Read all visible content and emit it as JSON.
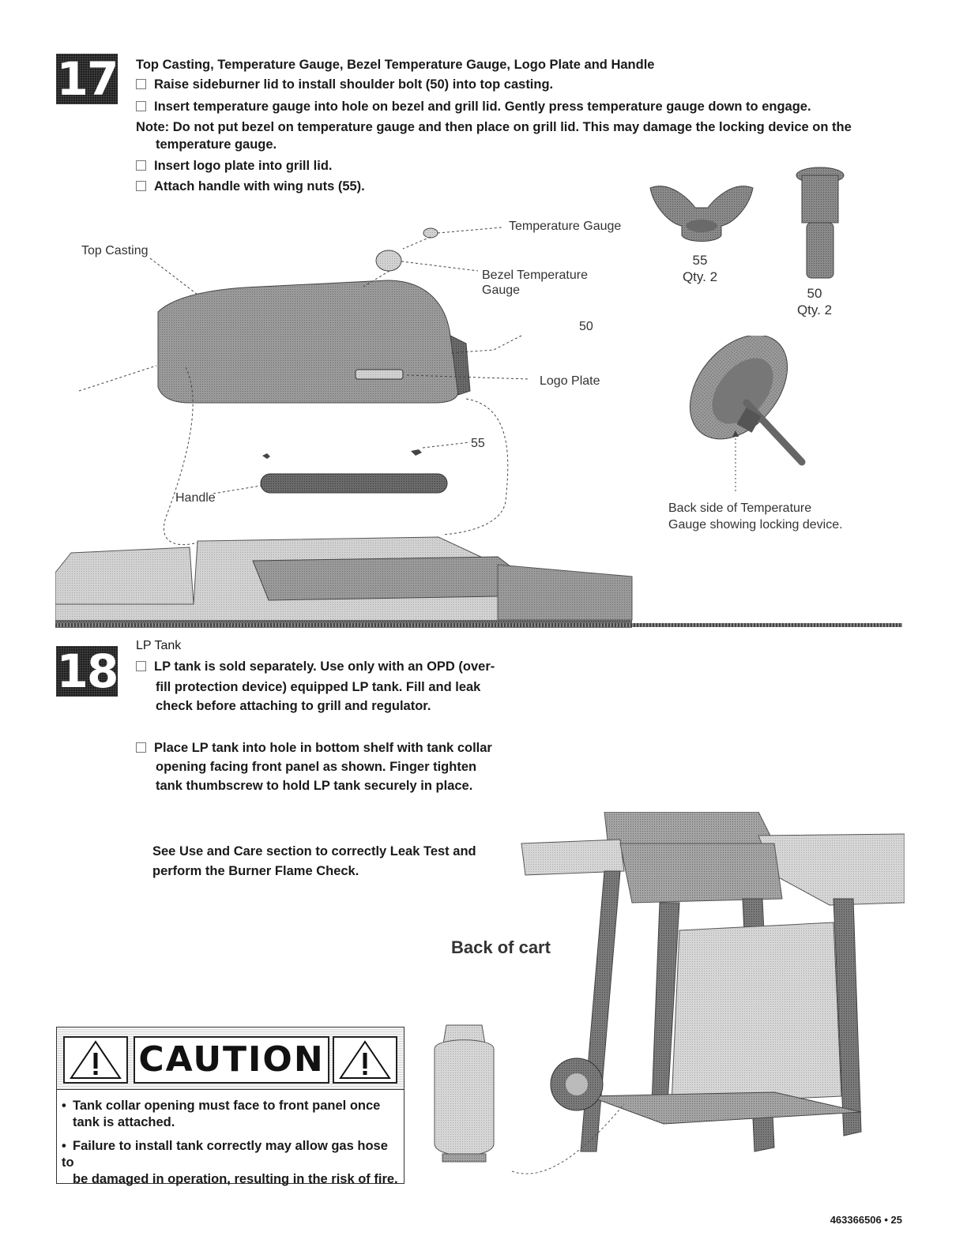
{
  "step17": {
    "number": "17",
    "title": "Top Casting, Temperature Gauge, Bezel Temperature Gauge, Logo Plate and Handle",
    "items": [
      "Raise sideburner lid to install shoulder bolt (50) into top casting.",
      "Insert temperature gauge into hole on bezel and grill lid. Gently press temperature gauge down to engage."
    ],
    "note_line1": "Note: Do not put bezel on temperature gauge and then place on grill lid. This may damage the locking device on the",
    "note_line2": "temperature gauge.",
    "items2": [
      "Insert logo plate into grill lid.",
      "Attach handle with wing nuts (55)."
    ],
    "callouts": {
      "top_casting": "Top Casting",
      "temperature_gauge": "Temperature Gauge",
      "bezel_line1": "Bezel Temperature",
      "bezel_line2": "Gauge",
      "part_50": "50",
      "logo_plate": "Logo Plate",
      "part_55": "55",
      "handle": "Handle"
    },
    "parts": [
      {
        "number": "55",
        "qty": "Qty. 2"
      },
      {
        "number": "50",
        "qty": "Qty. 2"
      }
    ],
    "gauge_caption_line1": "Back side of Temperature",
    "gauge_caption_line2": "Gauge showing locking device."
  },
  "step18": {
    "number": "18",
    "title": "LP Tank",
    "item1_lines": [
      "LP tank is sold separately. Use only with an OPD (over-",
      "fill protection device) equipped LP tank. Fill and leak",
      "check before attaching to grill and regulator."
    ],
    "item2_lines": [
      "Place LP tank into hole in bottom shelf with tank collar",
      "opening facing front panel as shown. Finger tighten",
      "tank thumbscrew to hold LP tank securely in place."
    ],
    "see_lines": [
      "See Use and Care section to correctly Leak Test and",
      "perform the Burner Flame Check."
    ],
    "back_of_cart": "Back of cart"
  },
  "caution": {
    "word": "CAUTION",
    "bullets": [
      [
        "Tank collar opening must face to front panel once",
        "tank is attached."
      ],
      [
        "Failure to install tank correctly may allow gas hose to",
        "be damaged in operation, resulting in the risk of fire."
      ]
    ]
  },
  "page_number": "463366506 • 25"
}
